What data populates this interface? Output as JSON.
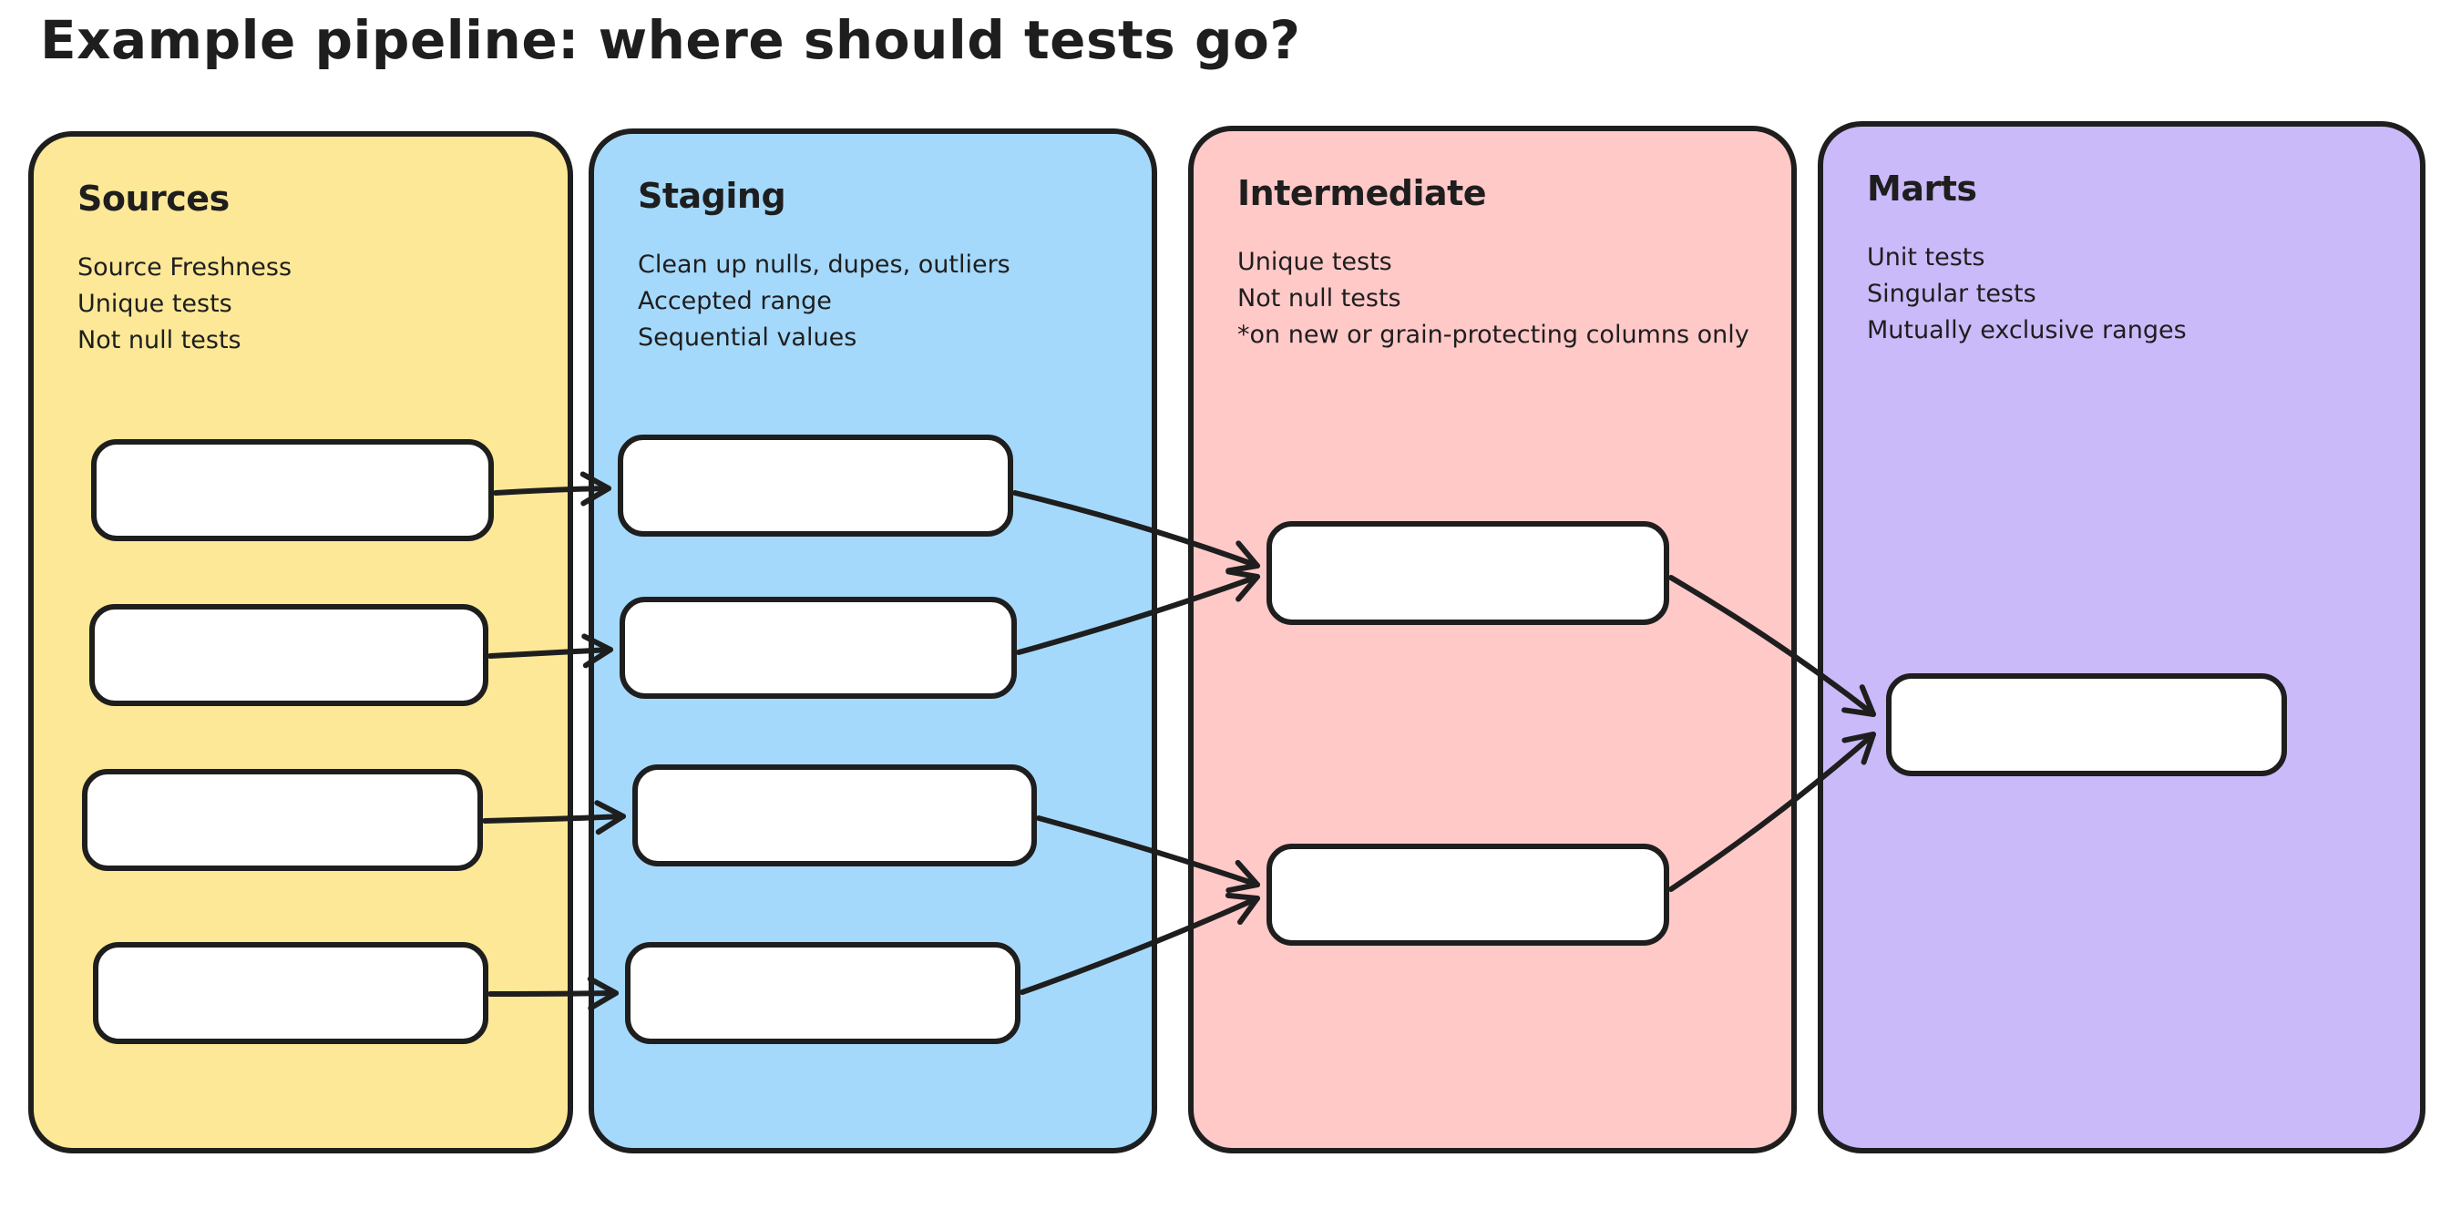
{
  "title": "Example pipeline: where should tests go?",
  "colors": {
    "ink": "#1e1e1e",
    "background": "#ffffff"
  },
  "columns": [
    {
      "id": "sources",
      "label": "Sources",
      "color": "#FCE897",
      "notes": [
        "Source Freshness",
        "Unique tests",
        "Not null tests"
      ],
      "node_count": 4
    },
    {
      "id": "staging",
      "label": "Staging",
      "color": "#A5D9FC",
      "notes": [
        "Clean up nulls, dupes, outliers",
        "Accepted range",
        "Sequential values"
      ],
      "node_count": 4
    },
    {
      "id": "intermediate",
      "label": "Intermediate",
      "color": "#FFC9C8",
      "notes": [
        "Unique tests",
        "Not null tests",
        "*on new or grain-protecting columns only"
      ],
      "node_count": 2
    },
    {
      "id": "marts",
      "label": "Marts",
      "color": "#CBBAFA",
      "notes": [
        "Unit tests",
        "Singular tests",
        "Mutually exclusive ranges"
      ],
      "node_count": 1
    }
  ],
  "edges": [
    {
      "from": "source-1",
      "to": "staging-1"
    },
    {
      "from": "source-2",
      "to": "staging-2"
    },
    {
      "from": "source-3",
      "to": "staging-3"
    },
    {
      "from": "source-4",
      "to": "staging-4"
    },
    {
      "from": "staging-1",
      "to": "intermediate-1"
    },
    {
      "from": "staging-2",
      "to": "intermediate-1"
    },
    {
      "from": "staging-3",
      "to": "intermediate-2"
    },
    {
      "from": "staging-4",
      "to": "intermediate-2"
    },
    {
      "from": "intermediate-1",
      "to": "marts-1"
    },
    {
      "from": "intermediate-2",
      "to": "marts-1"
    }
  ]
}
